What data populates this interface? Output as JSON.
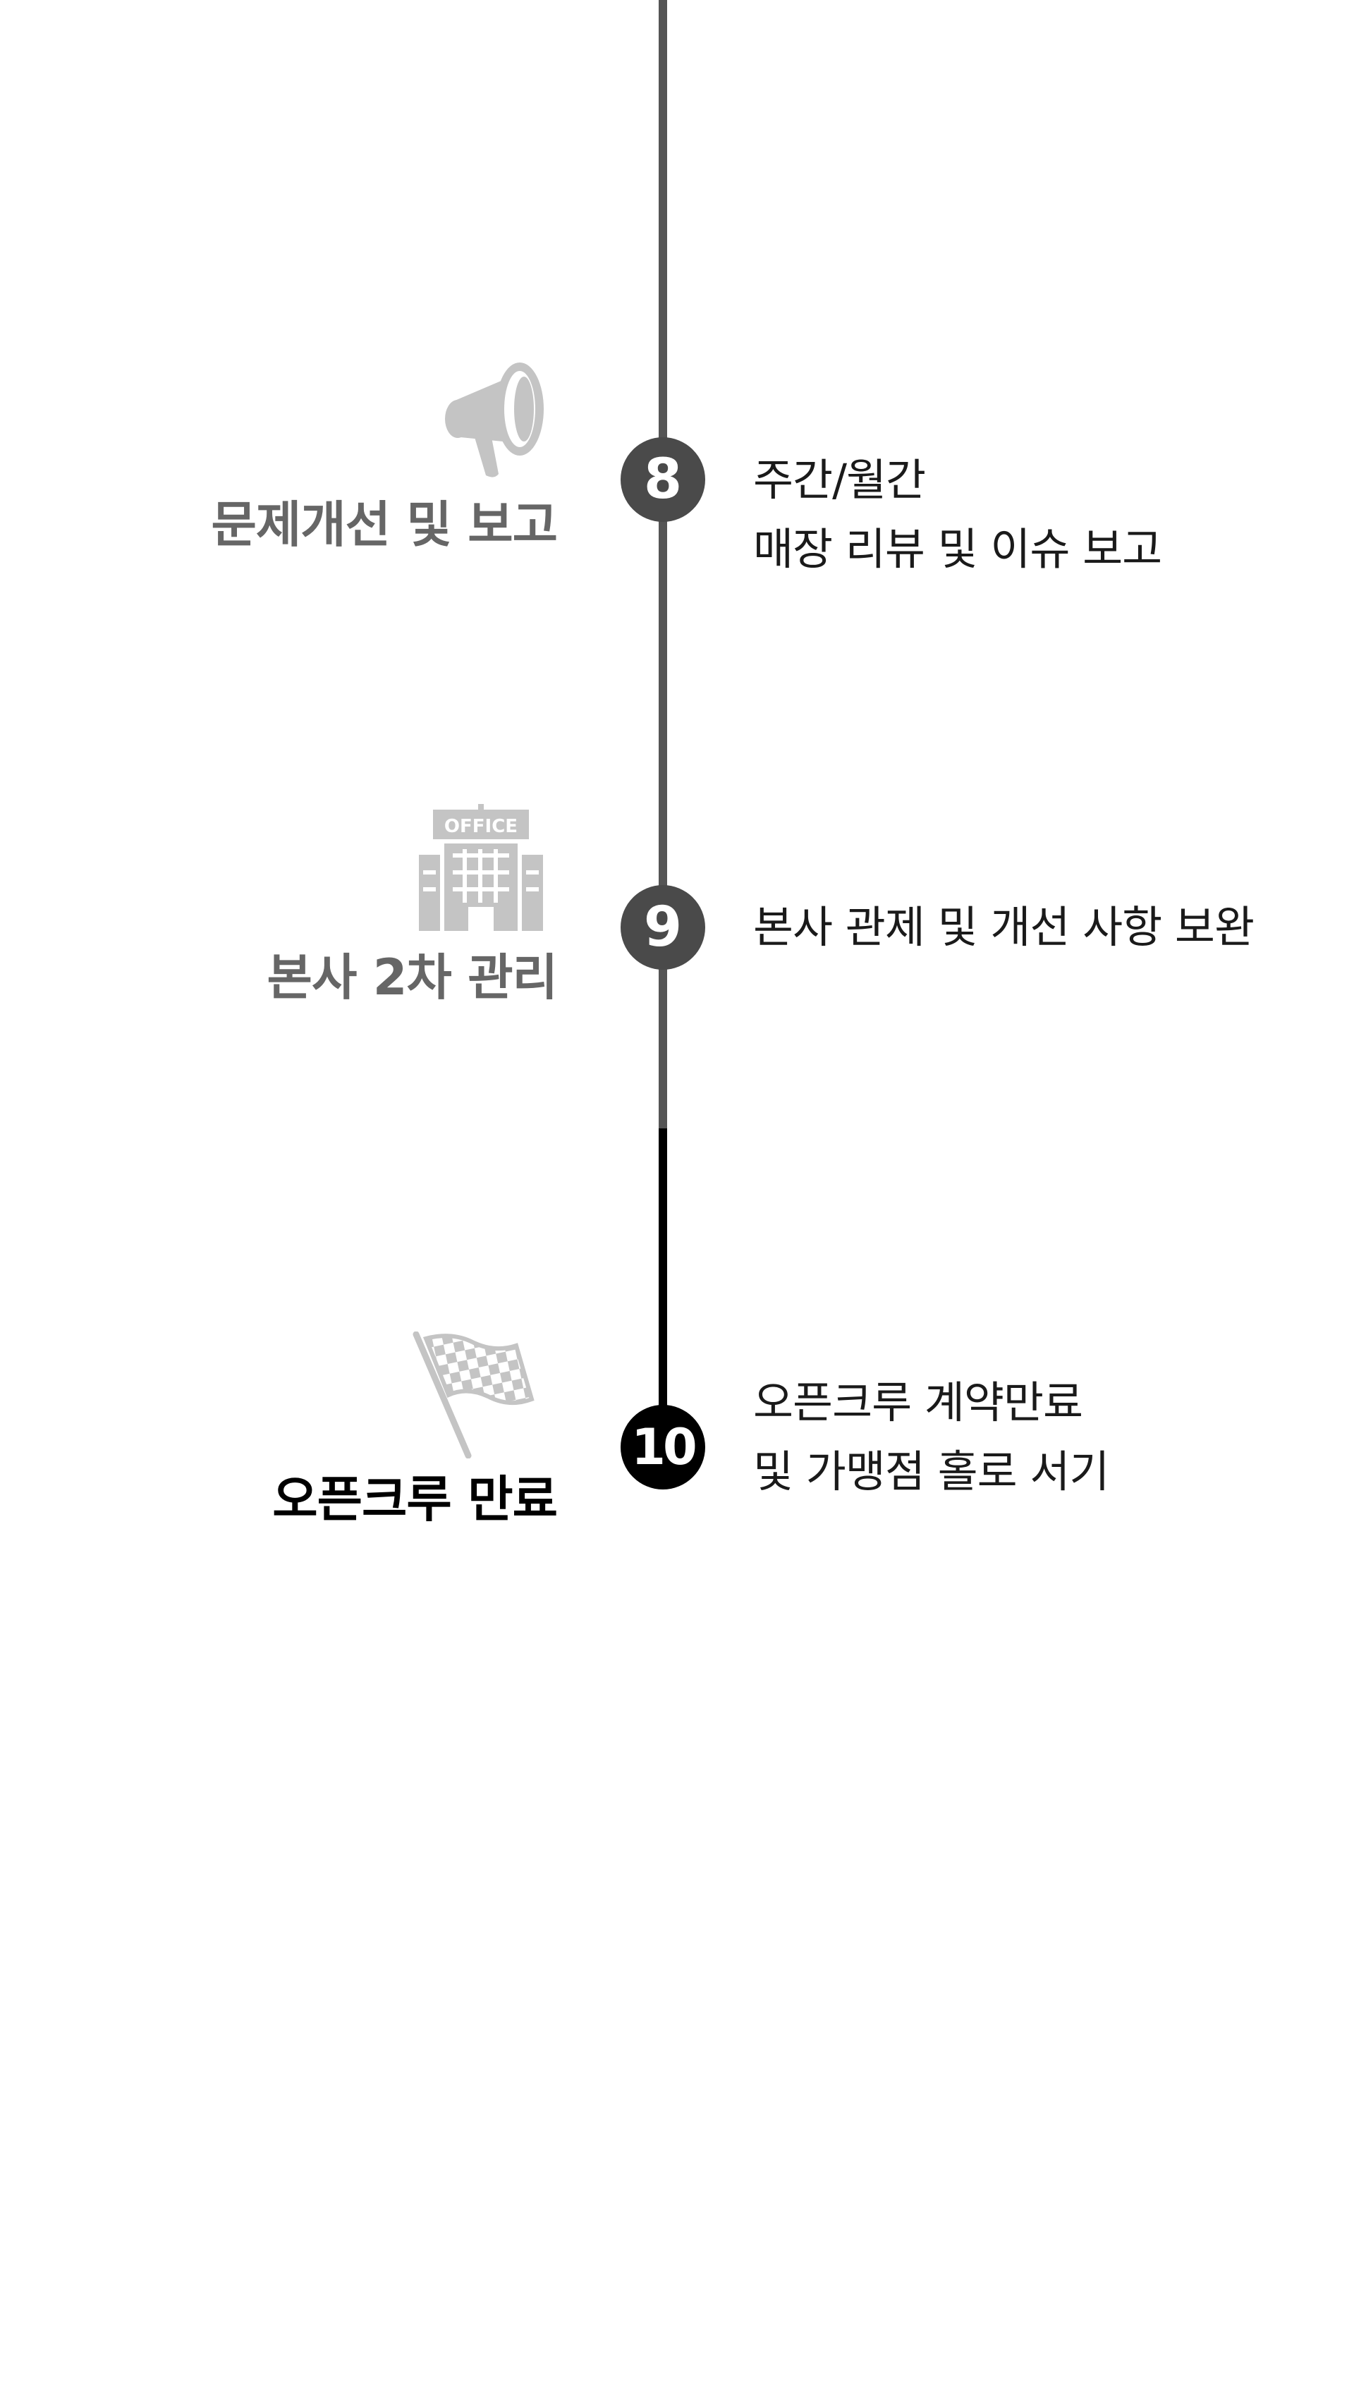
{
  "colors": {
    "line_gray": "#555555",
    "line_black": "#000000",
    "node_gray": "#4a4a4a",
    "node_black": "#000000",
    "title_gray": "#666666",
    "title_black": "#000000",
    "icon_gray": "#c4c4c4",
    "description": "#1a1a1a"
  },
  "steps": [
    {
      "number": "8",
      "icon": "megaphone-icon",
      "title": "문제개선 및 보고",
      "description": [
        "주간/월간",
        "매장 리뷰 및 이슈 보고"
      ]
    },
    {
      "number": "9",
      "icon": "office-building-icon",
      "icon_label": "OFFICE",
      "title": "본사 2차 관리",
      "description": [
        "본사 관제 및 개선 사항 보완"
      ]
    },
    {
      "number": "10",
      "icon": "checkered-flag-icon",
      "title": "오픈크루 만료",
      "description": [
        "오픈크루 계약만료",
        "및 가맹점 홀로 서기"
      ]
    }
  ]
}
